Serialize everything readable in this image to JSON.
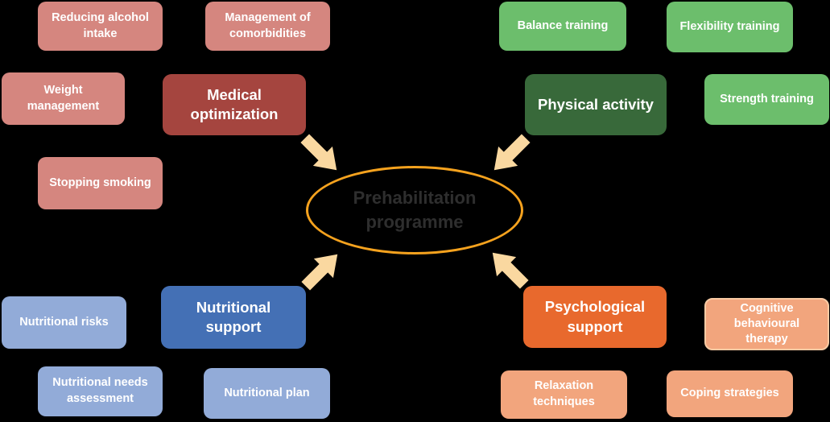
{
  "center": {
    "label": "Prehabilitation programme"
  },
  "clusters": {
    "medical_optimization": {
      "main": "Medical optimization",
      "items": [
        "Reducing alcohol intake",
        "Management of comorbidities",
        "Weight management",
        "Stopping smoking"
      ]
    },
    "physical_activity": {
      "main": "Physical activity",
      "items": [
        "Balance training",
        "Flexibility training",
        "Strength training"
      ]
    },
    "nutritional_support": {
      "main": "Nutritional support",
      "items": [
        "Nutritional risks",
        "Nutritional needs assessment",
        "Nutritional plan"
      ]
    },
    "psychological_support": {
      "main": "Psychological support",
      "items": [
        "Cognitive behavioural therapy",
        "Relaxation techniques",
        "Coping strategies"
      ]
    }
  },
  "colors": {
    "background": "#000000",
    "salmon": "#D5867F",
    "dark_red": "#A5453F",
    "green": "#6CBE6C",
    "dark_green": "#38693A",
    "light_blue": "#92ABD8",
    "dark_blue": "#4470B5",
    "orange": "#E8692D",
    "peach": "#F2A57D",
    "peach_border": "#F9CBA4",
    "arrow_fill": "#FAD8A0",
    "ellipse_stroke": "#F5A21E",
    "centre_text": "#2E2E2E",
    "box_text": "#FFFFFF"
  }
}
